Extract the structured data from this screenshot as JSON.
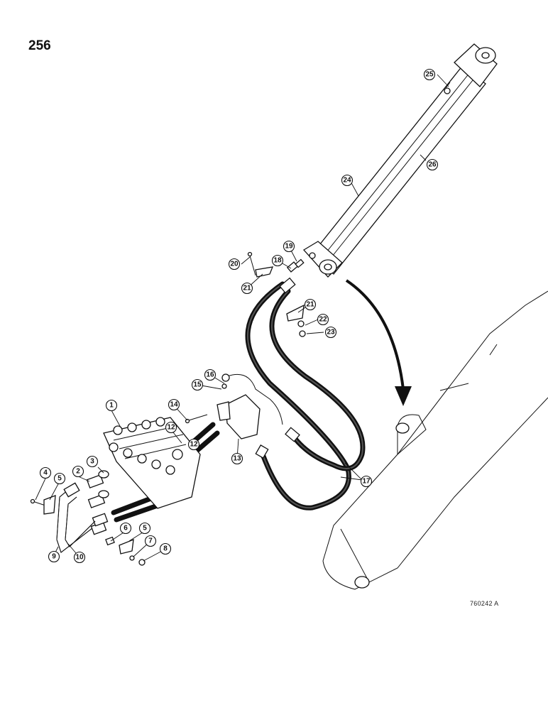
{
  "page_number": "256",
  "reference_code": "760242 A",
  "callouts": [
    {
      "label": "1"
    },
    {
      "label": "2"
    },
    {
      "label": "3"
    },
    {
      "label": "4"
    },
    {
      "label": "5"
    },
    {
      "label": "6"
    },
    {
      "label": "5"
    },
    {
      "label": "7"
    },
    {
      "label": "8"
    },
    {
      "label": "9"
    },
    {
      "label": "10"
    },
    {
      "label": "12"
    },
    {
      "label": "12"
    },
    {
      "label": "13"
    },
    {
      "label": "14"
    },
    {
      "label": "15"
    },
    {
      "label": "16"
    },
    {
      "label": "17"
    },
    {
      "label": "18"
    },
    {
      "label": "19"
    },
    {
      "label": "20"
    },
    {
      "label": "21"
    },
    {
      "label": "21"
    },
    {
      "label": "22"
    },
    {
      "label": "23"
    },
    {
      "label": "24"
    },
    {
      "label": "25"
    },
    {
      "label": "26"
    }
  ]
}
